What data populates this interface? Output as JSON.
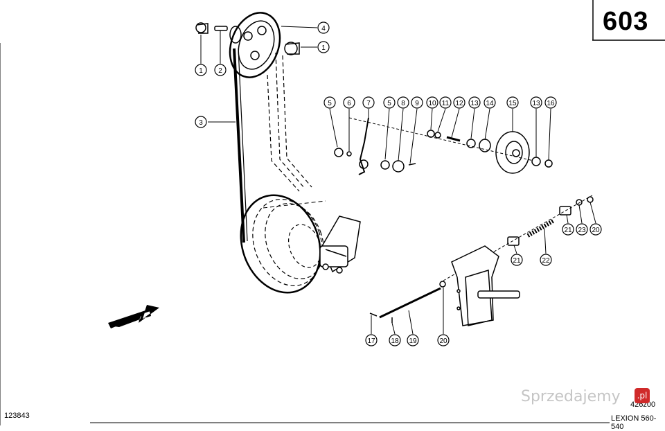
{
  "page_number": "603",
  "footer": {
    "left_code": "123843",
    "model": "LEXION 560-540",
    "drawing_code": "426z00"
  },
  "watermark": {
    "text": "Sprzedajemy",
    "badge": ".pl"
  },
  "callouts": [
    "1",
    "2",
    "4",
    "1",
    "3",
    "5",
    "6",
    "7",
    "5",
    "8",
    "9",
    "10",
    "11",
    "12",
    "13",
    "14",
    "15",
    "13",
    "16",
    "21",
    "23",
    "20",
    "21",
    "22",
    "17",
    "18",
    "19",
    "20"
  ]
}
